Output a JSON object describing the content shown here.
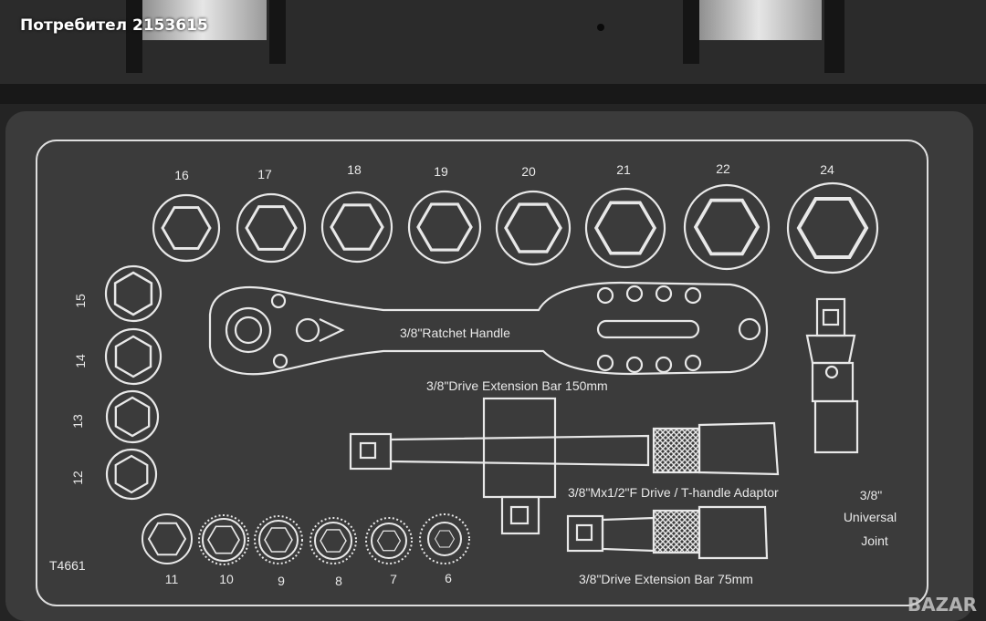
{
  "watermark": "Потребител 2153615",
  "logo": "BAZAR",
  "case": {
    "model_code": "T4661",
    "sockets_top": [
      "16",
      "17",
      "18",
      "19",
      "20",
      "21",
      "22",
      "24"
    ],
    "sockets_left": [
      "15",
      "14",
      "13",
      "12"
    ],
    "sockets_bottom": [
      "11",
      "10",
      "9",
      "8",
      "7",
      "6"
    ],
    "ratchet_label": "3/8\"Ratchet Handle",
    "extension_150_label": "3/8\"Drive Extension Bar 150mm",
    "adaptor_label": "3/8\"Mx1/2\"F Drive / T-handle Adaptor",
    "joint_label_line1": "3/8\"",
    "joint_label_line2": "Universal",
    "joint_label_line3": "Joint",
    "extension_75_label": "3/8\"Drive Extension Bar 75mm"
  }
}
